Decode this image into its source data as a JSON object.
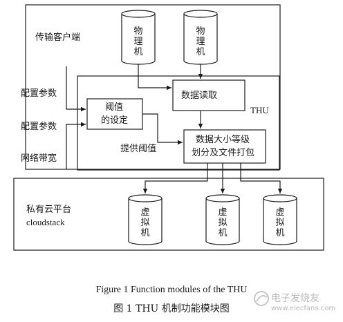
{
  "labels": {
    "client": "传输客户端",
    "thu": "THU",
    "config1": "配置参数",
    "config2": "配置参数",
    "bandwidth": "网络带宽",
    "threshold_box": "阈值的设定",
    "threshold_line1": "阈值",
    "threshold_line2": "的设定",
    "read_box": "数据读取",
    "classify_line1": "数据大小等级",
    "classify_line2": "划分及文件打包",
    "provide_threshold": "提供阈值",
    "private_cloud": "私有云平台",
    "cloudstack": "cloudstack",
    "physical1": "物理机",
    "physical2": "物理机",
    "virtual1": "虚拟机",
    "virtual2": "虚拟机",
    "virtual3": "虚拟机"
  },
  "caption": {
    "en": "Figure 1   Function modules of the THU",
    "zh": "图 1   THU 机制功能模块图"
  },
  "watermark": {
    "text": "电子发烧友",
    "url": "www.elecfans.com"
  }
}
